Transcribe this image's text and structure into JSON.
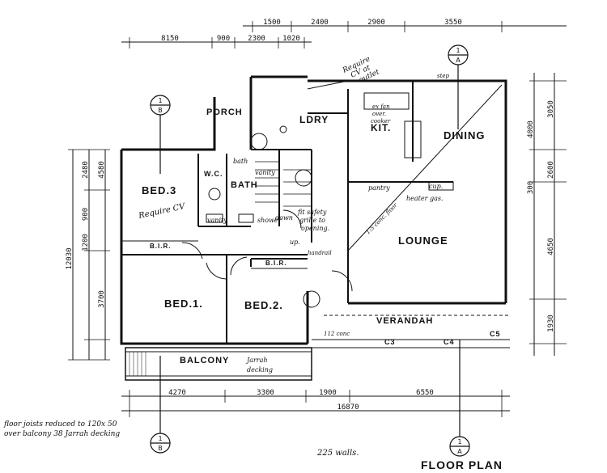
{
  "rooms": {
    "bed3": "BED.3",
    "bath": "BATH",
    "wc": "W.C.",
    "porch": "PORCH",
    "ldry": "LDRY",
    "kit": "KIT.",
    "dining": "DINING",
    "lounge": "LOUNGE",
    "bed1": "BED.1.",
    "bed2": "BED.2.",
    "verandah": "VERANDAH",
    "balcony": "BALCONY",
    "bir1": "B.I.R.",
    "bir2": "B.I.R."
  },
  "notes": {
    "require_cv": "Require CV",
    "require_cv_at": "Require",
    "require_cv_at2": "CV at",
    "require_cv_at3": "outlet",
    "bath_label": "bath",
    "vanity": "vanity",
    "vanity2": "vanity",
    "shower": "shower",
    "down_fit": "fit safety",
    "down_fit2": "grille to",
    "down_fit3": "opening.",
    "down": "down",
    "up": "up.",
    "handrail": "handrail",
    "pantry": "pantry",
    "cup": "cup.",
    "heater_gas": "heater gas.",
    "ex_fan": "ex fan",
    "over_cooker": "over.",
    "cooker": "cooker",
    "jarrah": "Jarrah",
    "decking": "decking",
    "floor_note1": "floor joists reduced to 120x 50",
    "floor_note2": "over balcony  38 Jarrah decking",
    "walls": "225 walls.",
    "title": "FLOOR  PLAN",
    "step": "step",
    "conc": "112 conc",
    "c3": "C3",
    "c4": "C4",
    "c5": "C5",
    "slope": "1:5 conc. floor"
  },
  "dims_top1": [
    "1500",
    "2400",
    "2900",
    "3550"
  ],
  "dims_top2": [
    "8150",
    "900",
    "2300",
    "1020"
  ],
  "dims_bottom1": [
    "4270",
    "3300",
    "1900",
    "6550"
  ],
  "dims_bottom_total": "16870",
  "dims_left_outer": [
    "12030"
  ],
  "dims_left": [
    "2480",
    "4580",
    "3700",
    "1200",
    "900"
  ],
  "dims_right": [
    "3050",
    "4000",
    "2600",
    "4650",
    "1930",
    "300"
  ],
  "section_markers": [
    {
      "num": "1",
      "letter": "B"
    },
    {
      "num": "1",
      "letter": "B"
    },
    {
      "num": "1",
      "letter": "A"
    },
    {
      "num": "1",
      "letter": "A"
    }
  ]
}
